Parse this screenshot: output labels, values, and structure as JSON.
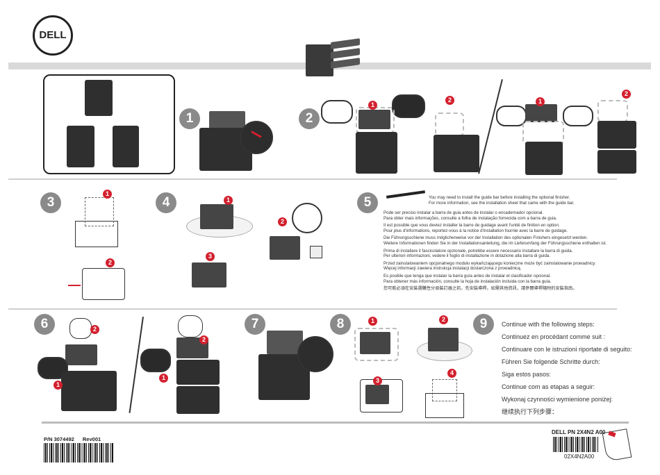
{
  "brand": {
    "logo_text": "DELL"
  },
  "step_labels": [
    "1",
    "2",
    "3",
    "4",
    "5",
    "6",
    "7",
    "8",
    "9"
  ],
  "callouts": {
    "s2a": "1",
    "s2b": "2",
    "s2c": "1",
    "s2d": "2",
    "s3a": "1",
    "s3b": "2",
    "s4a": "1",
    "s4b": "2",
    "s4c": "3",
    "s6a": "2",
    "s6b": "1",
    "s6c": "2",
    "s6d": "1",
    "s8a": "1",
    "s8b": "2",
    "s8c": "3",
    "s8d": "4"
  },
  "guide_bar_notes": [
    "You may need to install the guide bar before installing the optional finisher.",
    "For more information, see the installation sheet that came with the guide bar.",
    "Pode ser preciso instalar a barra de guia antes de instalar o encadernador opcional.",
    "Para obter mais informações, consulte a folha de instalação fornecida com a barra de guia.",
    "Il est possible que vous deviez installer la barre de guidage avant l'unité de finition en option.",
    "Pour plus d'informations, reportez-vous à la notice d'installation fournie avec la barre de guidage.",
    "Die Führungsschiene muss möglicherweise vor der Installation des optionalen Finishers eingesetzt werden.",
    "Weitere Informationen finden Sie in der Installationsanleitung, die im Lieferumfang der Führungsschiene enthalten ist.",
    "Prima di installare il fascicolatore opzionale, potrebbe essere necessario installare la barra di guida.",
    "Per ulteriori informazioni, vedere il foglio di installazione in dotazione alla barra di guida.",
    "Przed zainstalowaniem opcjonalnego modułu wykańczającego konieczne może być zainstalowanie prowadnicy.",
    "Więcej informacji zawiera instrukcja instalacji dostarczona z prowadnicą.",
    "Es posible que tenga que instalar la barra guía antes de instalar el clasificador opcional.",
    "Para obtener más información, consulte la hoja de instalación incluida con la barra guía.",
    "您可能必須在安裝選購性分頁裝訂器之前，先安裝導桿。如需其他資訊，請參閱導桿隨附的安裝指南。"
  ],
  "continue_steps": [
    "Continue with the following steps:",
    "Continuez en procédant comme suit :",
    "Continuare con le istruzioni riportate di seguito:",
    "Führen Sie folgende Schritte durch:",
    "Siga estos pasos:",
    "Continue com as etapas a seguir:",
    "Wykonaj czynności wymienione poniżej:",
    "继续执行下列步骤："
  ],
  "footer": {
    "part_number": "P/N 3074492",
    "revision": "Rev001",
    "dell_pn": "DELL PN 2X4N2 A00",
    "barcode_text": "02X4N2A00"
  },
  "colors": {
    "accent_red": "#d3202e",
    "step_gray": "#8a8a8a",
    "band_gray": "#d9d9d9"
  }
}
